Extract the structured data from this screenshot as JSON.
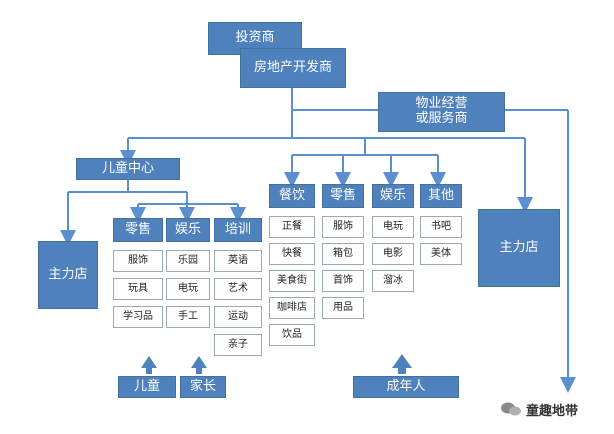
{
  "top": {
    "investor": "投资商",
    "developer": "房地产开发商",
    "property": "物业经营\n或服务商"
  },
  "left_group": {
    "center": "儿童中心",
    "anchor": "主力店",
    "categories": [
      {
        "label": "零售",
        "items": [
          "服饰",
          "玩具",
          "学习品"
        ]
      },
      {
        "label": "娱乐",
        "items": [
          "乐园",
          "电玩",
          "手工"
        ]
      },
      {
        "label": "培训",
        "items": [
          "英语",
          "艺术",
          "运动",
          "亲子"
        ]
      }
    ],
    "audiences": [
      "儿童",
      "家长"
    ]
  },
  "right_group": {
    "categories": [
      {
        "label": "餐饮",
        "items": [
          "正餐",
          "快餐",
          "美食街",
          "咖啡店",
          "饮品"
        ]
      },
      {
        "label": "零售",
        "items": [
          "服饰",
          "箱包",
          "首饰",
          "用品"
        ]
      },
      {
        "label": "娱乐",
        "items": [
          "电玩",
          "电影",
          "溜冰"
        ]
      },
      {
        "label": "其他",
        "items": [
          "书吧",
          "美体"
        ]
      }
    ],
    "anchor": "主力店",
    "audience": "成年人"
  },
  "watermark": "童趣地带",
  "colors": {
    "box_fill": "#4f81bd",
    "line": "#5b8fd0",
    "item_border": "#9aa9b8"
  }
}
